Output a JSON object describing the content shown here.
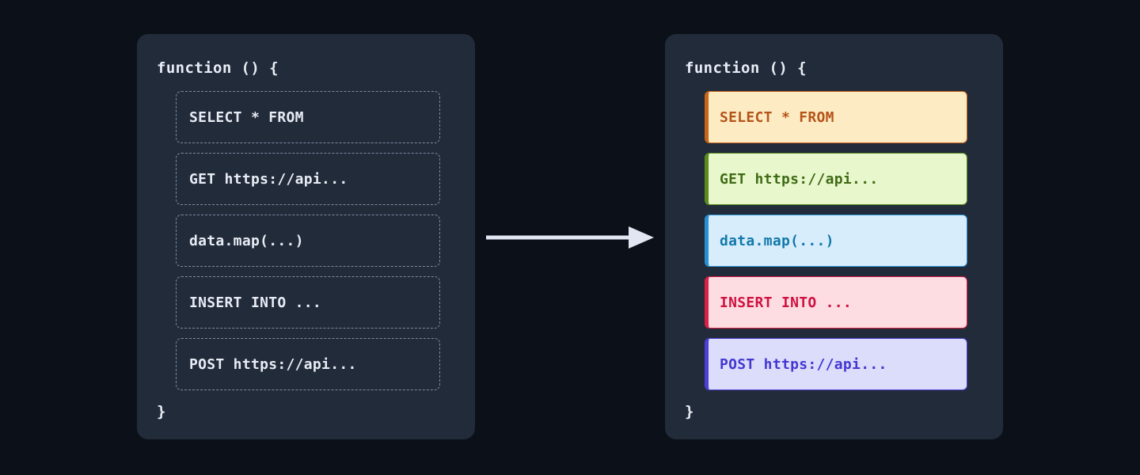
{
  "background_color": "#0c1018",
  "panel_color": "#222b3a",
  "before": {
    "open_brace": "function () {",
    "close_brace": "}",
    "block_style": "dashed-outline",
    "blocks": [
      {
        "text": "SELECT * FROM",
        "kind": "sql-select"
      },
      {
        "text": "GET https://api...",
        "kind": "http-get"
      },
      {
        "text": "data.map(...)",
        "kind": "js-map"
      },
      {
        "text": "INSERT INTO ...",
        "kind": "sql-insert"
      },
      {
        "text": "POST https://api...",
        "kind": "http-post"
      }
    ]
  },
  "after": {
    "open_brace": "function () {",
    "close_brace": "}",
    "block_style": "color-highlighted",
    "blocks": [
      {
        "text": "SELECT * FROM",
        "kind": "sql-select",
        "background": "#fdecc3",
        "border": "#c7651a",
        "text_color": "#b5541a"
      },
      {
        "text": "GET https://api...",
        "kind": "http-get",
        "background": "#e8f7cc",
        "border": "#5b8a21",
        "text_color": "#3f6b16"
      },
      {
        "text": "data.map(...)",
        "kind": "js-map",
        "background": "#d7edfc",
        "border": "#2a8fd0",
        "text_color": "#1278ab"
      },
      {
        "text": "INSERT INTO ...",
        "kind": "sql-insert",
        "background": "#fddde2",
        "border": "#d81f45",
        "text_color": "#cf1140"
      },
      {
        "text": "POST https://api...",
        "kind": "http-post",
        "background": "#dcdcfb",
        "border": "#4b3fd4",
        "text_color": "#4438d1"
      }
    ]
  },
  "arrow": {
    "direction": "right",
    "color": "#e2e5f2"
  }
}
